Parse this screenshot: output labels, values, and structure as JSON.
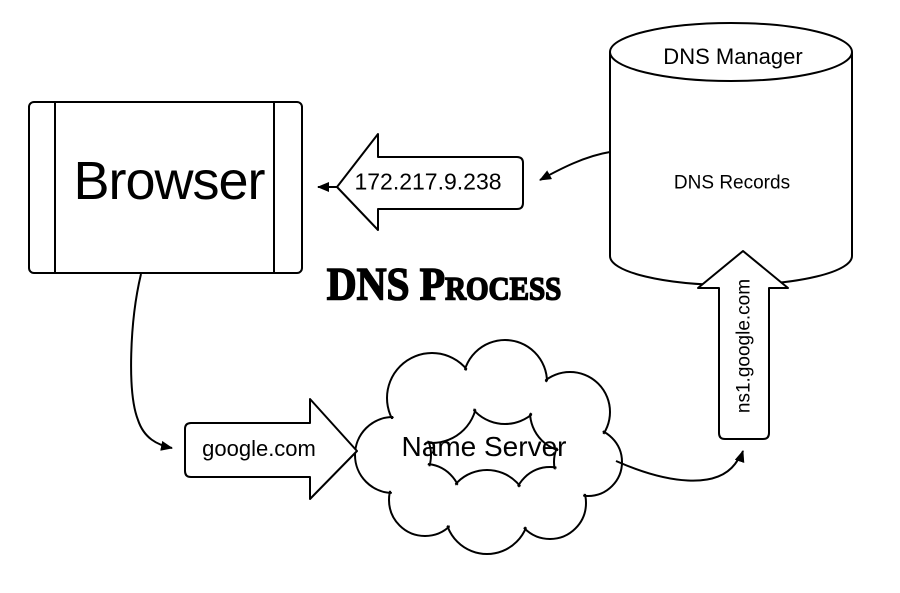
{
  "diagram": {
    "title": "DNS Process",
    "nodes": {
      "browser": {
        "label": "Browser"
      },
      "dns_manager": {
        "label": "DNS Manager",
        "sublabel": "DNS Records"
      },
      "name_server": {
        "label": "Name Server"
      }
    },
    "flows": {
      "ip_response": {
        "label": "172.217.9.238",
        "direction": "left",
        "from": "dns_manager",
        "to": "browser"
      },
      "domain_query": {
        "label": "google.com",
        "direction": "right",
        "from": "browser",
        "to": "name_server"
      },
      "ns_lookup": {
        "label": "ns1.google.com",
        "direction": "up",
        "from": "name_server",
        "to": "dns_manager"
      }
    },
    "colors": {
      "stroke": "#000000",
      "background": "#ffffff"
    }
  }
}
